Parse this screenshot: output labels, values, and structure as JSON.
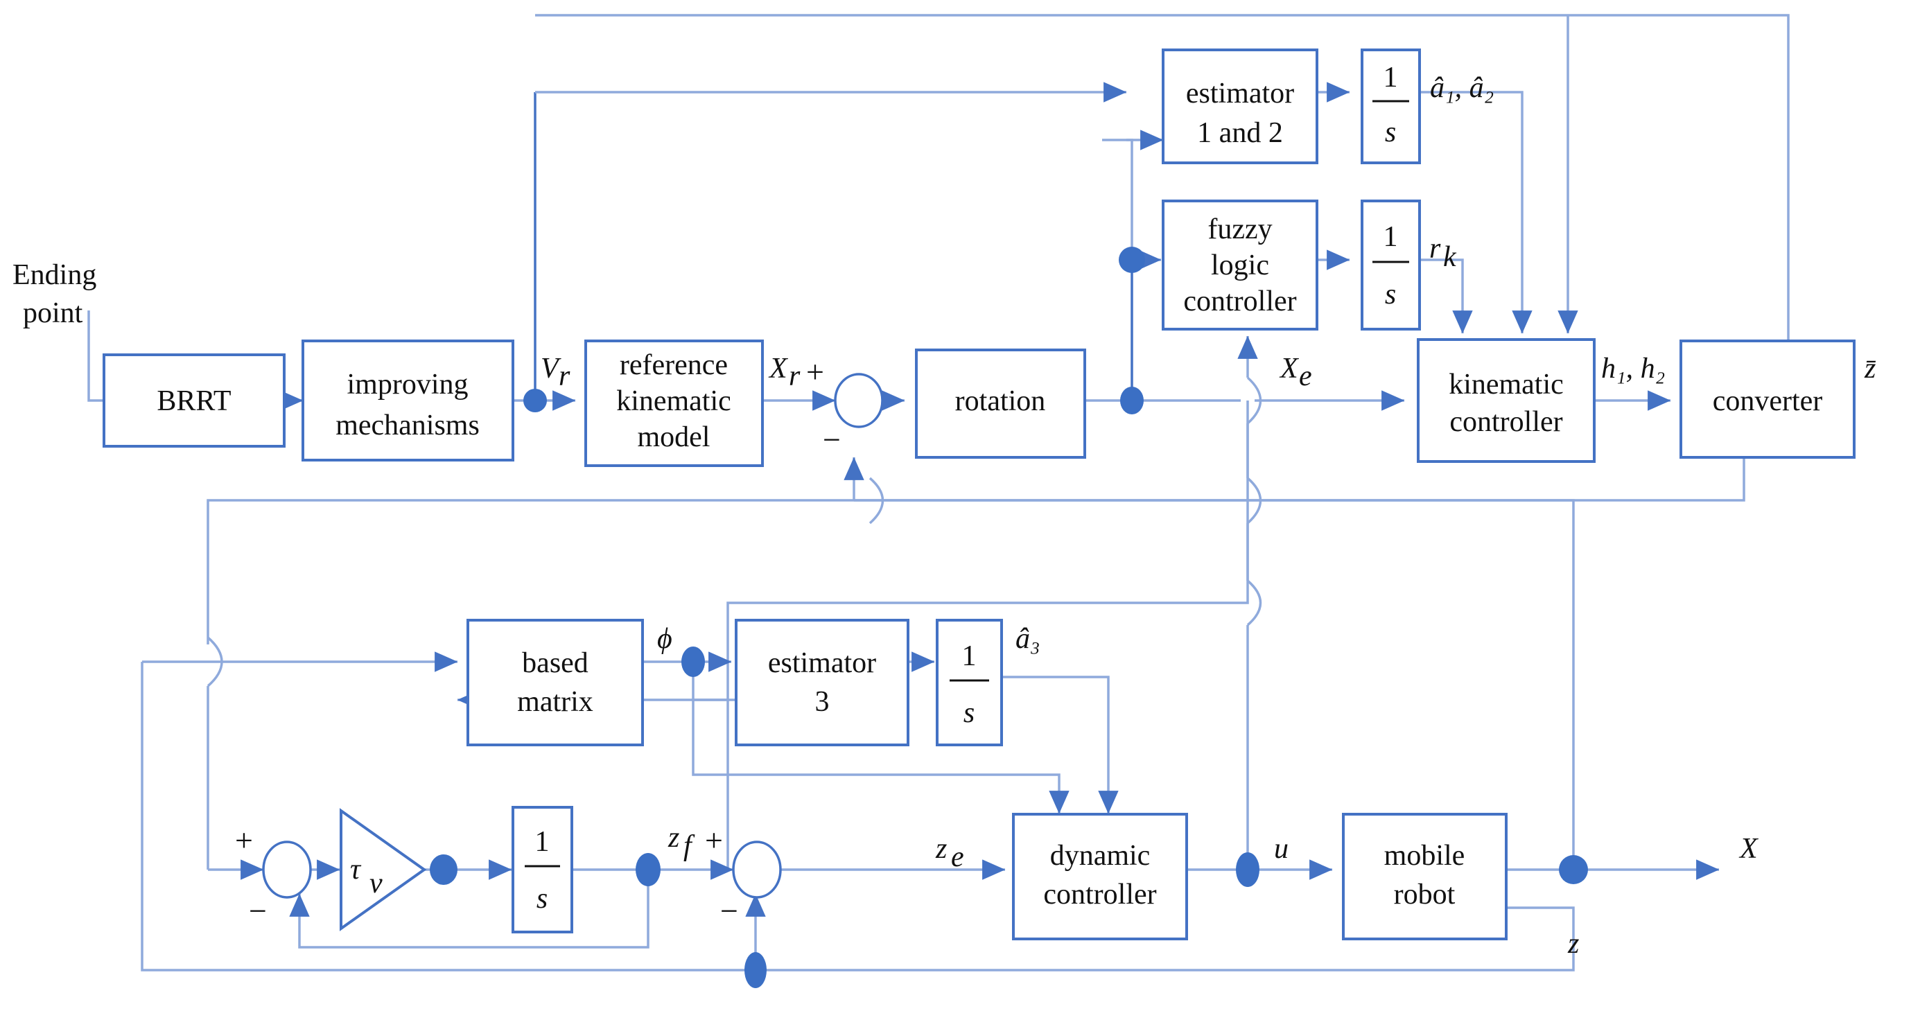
{
  "diagram": {
    "title": "Control architecture block diagram for a mobile robot",
    "colors": {
      "box_border": "#4472C4",
      "wire": "#8FAADC",
      "wire_dark": "#4472C4",
      "node": "#3B6FC4",
      "text": "#111111",
      "background": "#FFFFFF"
    },
    "blocks": [
      {
        "id": "brrt",
        "label": "BRRT"
      },
      {
        "id": "improving",
        "label_line1": "improving",
        "label_line2": "mechanisms"
      },
      {
        "id": "refkin",
        "label_line1": "reference",
        "label_line2": "kinematic",
        "label_line3": "model"
      },
      {
        "id": "rotation",
        "label": "rotation"
      },
      {
        "id": "estimator12",
        "label_line1": "estimator",
        "label_line2": "1 and 2"
      },
      {
        "id": "int1",
        "num": "1",
        "den": "s"
      },
      {
        "id": "fuzzy",
        "label_line1": "fuzzy",
        "label_line2": "logic",
        "label_line3": "controller"
      },
      {
        "id": "int2",
        "num": "1",
        "den": "s"
      },
      {
        "id": "kinctrl",
        "label_line1": "kinematic",
        "label_line2": "controller"
      },
      {
        "id": "converter",
        "label": "converter"
      },
      {
        "id": "basedmatrix",
        "label_line1": "based",
        "label_line2": "matrix"
      },
      {
        "id": "estimator3",
        "label_line1": "estimator",
        "label_line2": "3"
      },
      {
        "id": "int3",
        "num": "1",
        "den": "s"
      },
      {
        "id": "int4",
        "num": "1",
        "den": "s"
      },
      {
        "id": "dynctrl",
        "label_line1": "dynamic",
        "label_line2": "controller"
      },
      {
        "id": "mobilerobot",
        "label_line1": "mobile",
        "label_line2": "robot"
      },
      {
        "id": "gain",
        "label": "τ",
        "label_sub": "v"
      }
    ],
    "signals": {
      "ending_point_l1": "Ending",
      "ending_point_l2": "point",
      "Vr": "V",
      "Vr_sub": "r",
      "Xr": "X",
      "Xr_sub": "r",
      "Xe": "X",
      "Xe_sub": "e",
      "a12": "â₁, â₂",
      "rk": "r",
      "rk_sub": "k",
      "h12": "h₁, h₂",
      "zbar": "z̄",
      "phi": "ϕ",
      "a3": "â₃",
      "zf": "z",
      "zf_sub": "f",
      "ze": "z",
      "ze_sub": "e",
      "u": "u",
      "X": "X",
      "z": "z"
    },
    "signs": {
      "plus": "+",
      "minus": "−"
    }
  }
}
